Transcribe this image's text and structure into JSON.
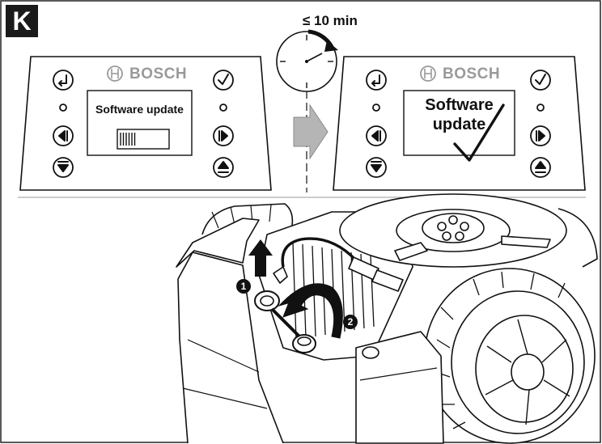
{
  "step_badge": "K",
  "timer": {
    "label": "≤ 10 min"
  },
  "panel_left": {
    "brand": "BOSCH",
    "screen_text": "Software update",
    "progress": 0.35
  },
  "panel_right": {
    "brand": "BOSCH",
    "screen_line1": "Software",
    "screen_line2": "update"
  },
  "callouts": [
    "1",
    "2"
  ],
  "icons": {
    "enter": "enter-icon",
    "confirm": "checkmark-icon",
    "left": "arrow-left-icon",
    "right": "arrow-right-icon",
    "down": "arrow-down-icon",
    "up": "arrow-up-icon",
    "led": "led-indicator-icon"
  }
}
